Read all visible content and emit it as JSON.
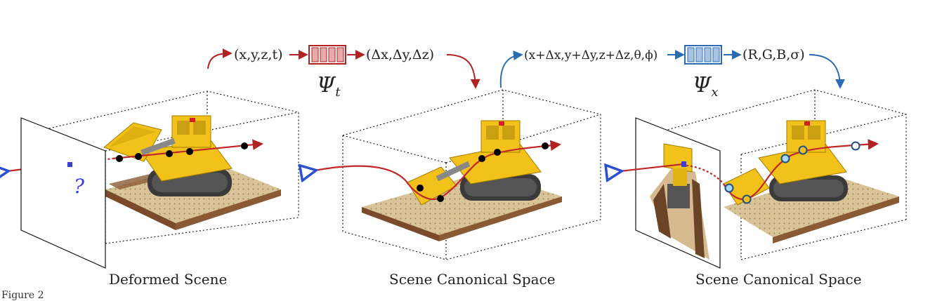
{
  "formulas": {
    "input_time": "(x,y,z,t)",
    "deformation": "(Δx,Δy,Δz)",
    "psi_t": "Ψ",
    "psi_t_sub": "t",
    "input_canonical": "(x+Δx,y+Δy,z+Δz,θ,ϕ)",
    "output": "(R,G,B,σ)",
    "psi_x": "Ψ",
    "psi_x_sub": "x"
  },
  "panels": [
    {
      "caption": "Deformed Scene"
    },
    {
      "caption": "Scene Canonical Space"
    },
    {
      "caption": "Scene Canonical Space"
    }
  ],
  "figure_label": "Figure 2",
  "colors": {
    "red": "#b22222",
    "blue": "#2b6cb0",
    "mlp_red_fill": "#e8a9a9",
    "mlp_blue_fill": "#a9c3e3",
    "lego_yellow": "#f2c21b",
    "ground": "#d9c49a",
    "rim": "#7a4a2a"
  }
}
